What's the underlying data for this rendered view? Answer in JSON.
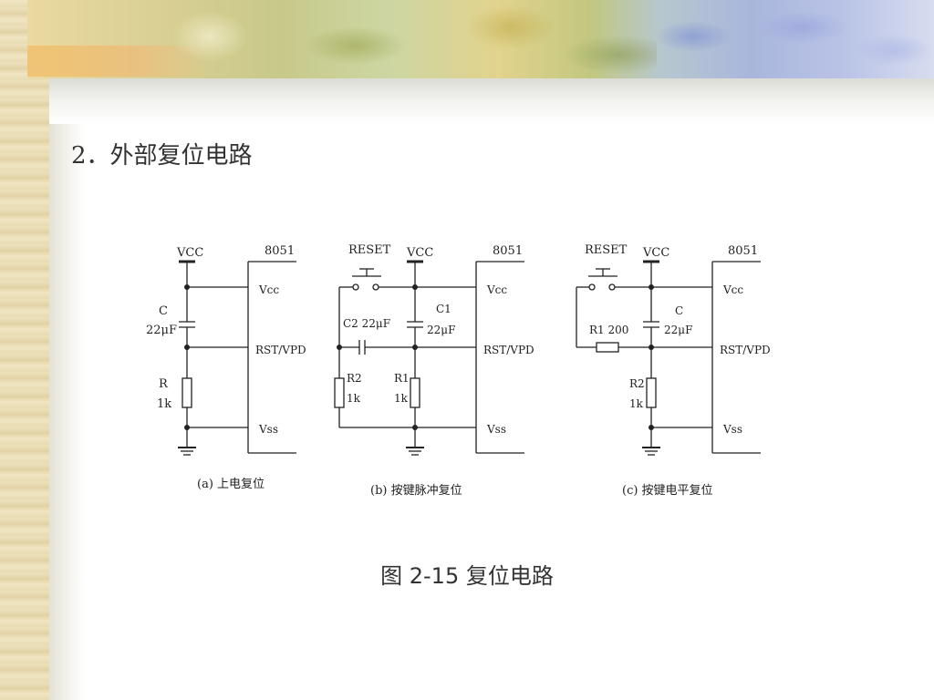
{
  "slide": {
    "heading": "2．外部复位电路",
    "figure_caption": "图 2-15  复位电路"
  },
  "circuit_a": {
    "vcc": "VCC",
    "chip": "8051",
    "cap_name": "C",
    "cap_value": "22μF",
    "res_name": "R",
    "res_value": "1k",
    "pin_vcc": "Vcc",
    "pin_rst": "RST/VPD",
    "pin_vss": "Vss",
    "label": "(a)  上电复位"
  },
  "circuit_b": {
    "reset": "RESET",
    "vcc": "VCC",
    "chip": "8051",
    "c2_label": "C2 22μF",
    "c1_name": "C1",
    "c1_value": "22μF",
    "r2_name": "R2",
    "r2_value": "1k",
    "r1_name": "R1",
    "r1_value": "1k",
    "pin_vcc": "Vcc",
    "pin_rst": "RST/VPD",
    "pin_vss": "Vss",
    "label": "(b)  按键脉冲复位"
  },
  "circuit_c": {
    "reset": "RESET",
    "vcc": "VCC",
    "chip": "8051",
    "r1_label": "R1 200",
    "c_name": "C",
    "c_value": "22μF",
    "r2_name": "R2",
    "r2_value": "1k",
    "pin_vcc": "Vcc",
    "pin_rst": "RST/VPD",
    "pin_vss": "Vss",
    "label": "(c)  按键电平复位"
  }
}
